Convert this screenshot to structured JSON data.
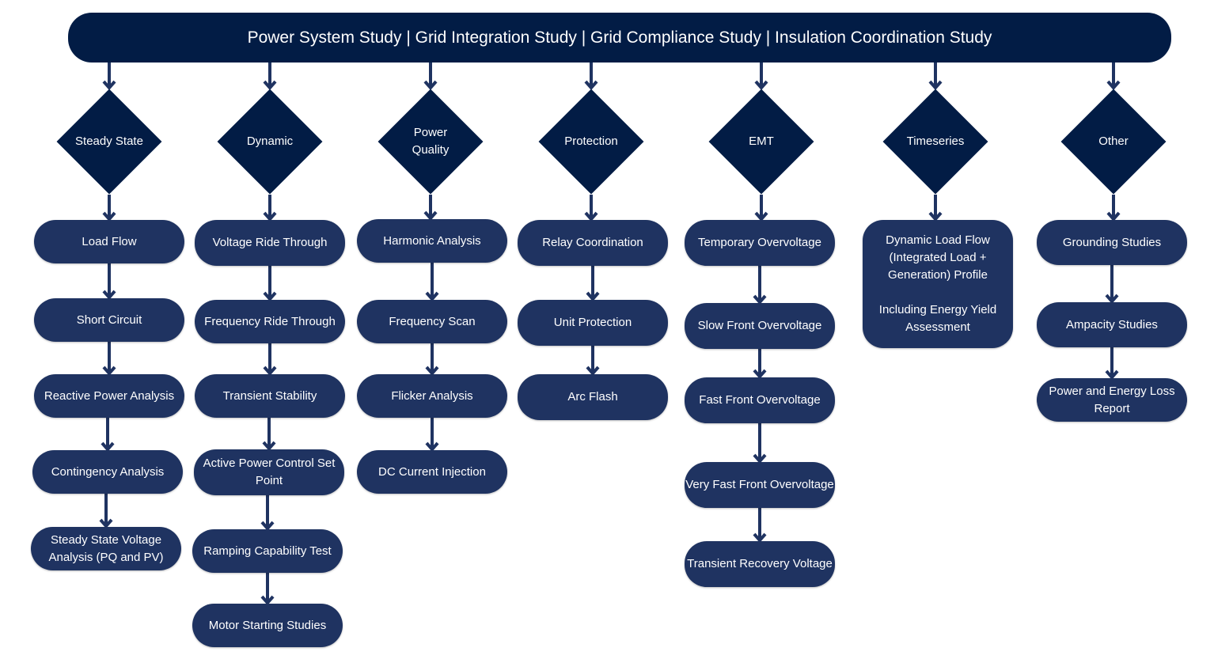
{
  "header": {
    "title": "Power System Study | Grid Integration Study | Grid Compliance Study | Insulation Coordination Study"
  },
  "colors": {
    "header": "#021c45",
    "diamond": "#021c45",
    "node": "#1f3361",
    "arrow": "#1f3361"
  },
  "columns": [
    {
      "category": "Steady State",
      "items": [
        "Load Flow",
        "Short Circuit",
        "Reactive Power Analysis",
        "Contingency Analysis",
        "Steady State Voltage Analysis (PQ and PV)"
      ]
    },
    {
      "category": "Dynamic",
      "items": [
        "Voltage Ride Through",
        "Frequency Ride Through",
        "Transient Stability",
        "Active Power Control Set Point",
        "Ramping Capability Test",
        "Motor Starting Studies"
      ]
    },
    {
      "category": "Power Quality",
      "items": [
        "Harmonic Analysis",
        "Frequency Scan",
        "Flicker Analysis",
        "DC Current Injection"
      ]
    },
    {
      "category": "Protection",
      "items": [
        "Relay Coordination",
        "Unit Protection",
        "Arc Flash"
      ]
    },
    {
      "category": "EMT",
      "items": [
        "Temporary Overvoltage",
        "Slow Front Overvoltage",
        "Fast Front Overvoltage",
        "Very Fast Front Overvoltage",
        "Transient Recovery Voltage"
      ]
    },
    {
      "category": "Timeseries",
      "items": [
        "Dynamic Load Flow (Integrated Load + Generation) Profile\n\nIncluding Energy Yield Assessment"
      ]
    },
    {
      "category": "Other",
      "items": [
        "Grounding Studies",
        "Ampacity Studies",
        "Power and Energy Loss Report"
      ]
    }
  ]
}
